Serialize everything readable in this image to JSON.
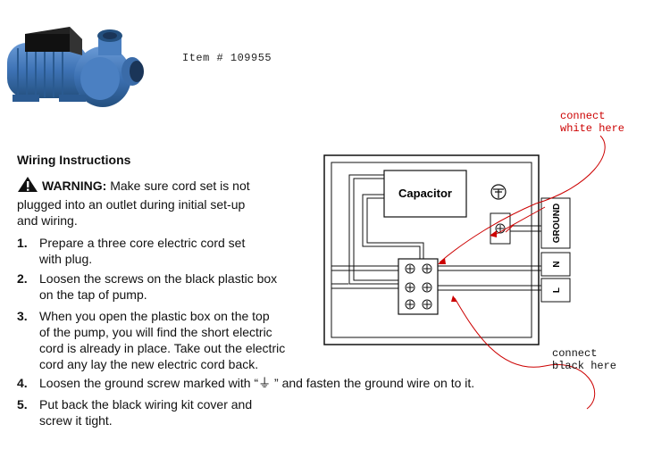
{
  "item_label": "Item # 109955",
  "heading": "Wiring Instructions",
  "warning": {
    "label": "WARNING:",
    "text_line1": " Make sure cord set is not",
    "text_line2": "plugged into an outlet during initial set-up",
    "text_line3": "and wiring."
  },
  "steps": [
    {
      "num": "1.",
      "lines": [
        "Prepare a three core electric cord set",
        "with plug."
      ]
    },
    {
      "num": "2.",
      "lines": [
        "Loosen the screws on the black plastic box",
        "on the tap of pump."
      ]
    },
    {
      "num": "3.",
      "lines": [
        "When you open the plastic box on the top",
        "of the pump, you will find the short electric",
        "cord is already in place. Take out the electric",
        "cord any lay the new electric cord back."
      ]
    },
    {
      "num": "4.",
      "lines": [
        "Loosen the ground screw marked with “⏚ ” and fasten the ground wire on to it."
      ]
    },
    {
      "num": "5.",
      "lines": [
        "Put back the black wiring kit cover and",
        "screw it tight."
      ]
    }
  ],
  "diagram": {
    "capacitor_label": "Capacitor",
    "ground_label": "GROUND",
    "n_label": "N",
    "l_label": "L"
  },
  "annotations": {
    "white": [
      "connect",
      "white here"
    ],
    "black": [
      "connect",
      "black here"
    ]
  },
  "colors": {
    "pump_blue": "#3d72b4",
    "annotation_red": "#cc0000"
  }
}
